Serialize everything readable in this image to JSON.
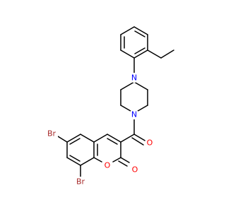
{
  "molecule": {
    "atoms": {
      "br_6": {
        "label": "Br",
        "color": "#a62929"
      },
      "br_8": {
        "label": "Br",
        "color": "#a62929"
      },
      "o_ring": {
        "label": "O",
        "color": "#ff0000"
      },
      "o_lactone": {
        "label": "O",
        "color": "#ff0000"
      },
      "o_carbonyl": {
        "label": "O",
        "color": "#ff0000"
      },
      "n_upper": {
        "label": "N",
        "color": "#0000ff"
      },
      "n_lower": {
        "label": "N",
        "color": "#0000ff"
      }
    },
    "bond_color": "#000000",
    "background": "#ffffff"
  }
}
